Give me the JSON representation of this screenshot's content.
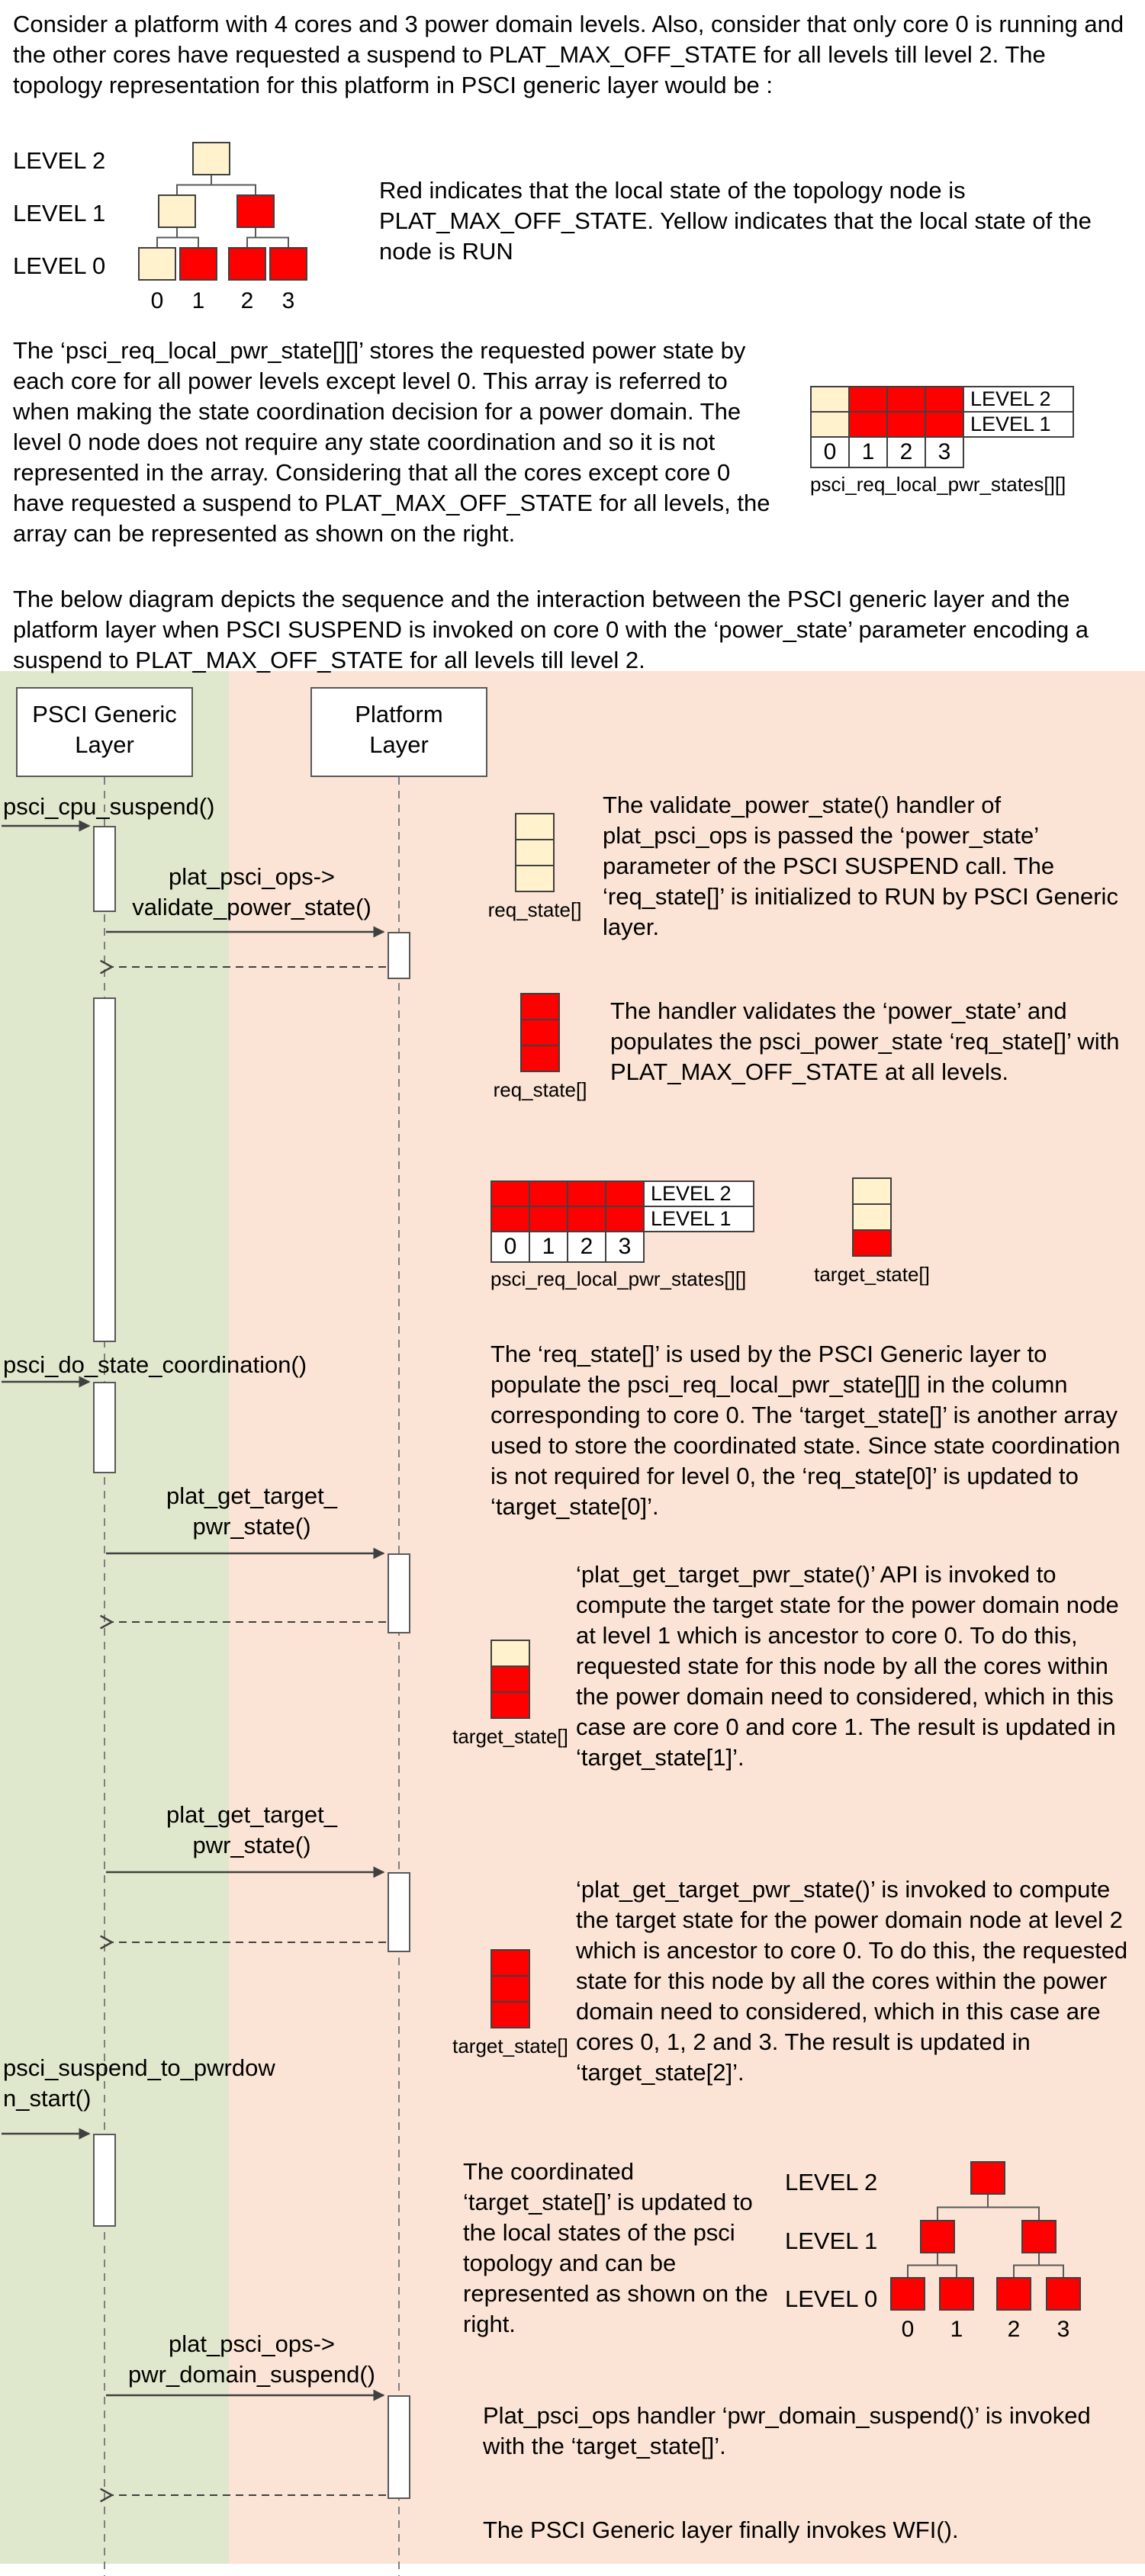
{
  "colors": {
    "run_fill": "#FFF2CC",
    "off_fill": "#FF0000",
    "sequence_bg": "#FBE4D5",
    "psci_band_bg": "#DFE8CC"
  },
  "intro": {
    "p1": "Consider a platform with 4 cores and 3 power domain levels. Also, consider that only core 0 is running and the other cores have requested a suspend to PLAT_MAX_OFF_STATE for all levels till level 2. The topology representation for this platform in PSCI generic layer would be :",
    "legend": "Red indicates that the local state of the topology node is PLAT_MAX_OFF_STATE. Yellow indicates that the local state of the node is RUN",
    "p2": "The ‘psci_req_local_pwr_state[][]’ stores the requested power state by each core for all power levels except level 0. This array is referred to when making the state coordination decision for a power domain. The level 0 node does not require any state coordination and so it is not represented in the array. Considering that all the cores except core 0 have requested a suspend to PLAT_MAX_OFF_STATE for all levels, the array can be represented as shown on the right.",
    "p3": "The below diagram depicts the sequence and the interaction between the PSCI generic layer and the platform layer when PSCI SUSPEND is invoked on core 0 with the ‘power_state’ parameter encoding a suspend to PLAT_MAX_OFF_STATE for all levels till level 2."
  },
  "legend_tree": {
    "labels": [
      "LEVEL 2",
      "LEVEL 1",
      "LEVEL 0"
    ],
    "levels": [
      [
        "run"
      ],
      [
        "run",
        "off"
      ],
      [
        "run",
        "off",
        "off",
        "off"
      ]
    ],
    "leaf_numbers": [
      "0",
      "1",
      "2",
      "3"
    ]
  },
  "result_tree": {
    "labels": [
      "LEVEL 2",
      "LEVEL 1",
      "LEVEL 0"
    ],
    "levels": [
      [
        "off"
      ],
      [
        "off",
        "off"
      ],
      [
        "off",
        "off",
        "off",
        "off"
      ]
    ],
    "leaf_numbers": [
      "0",
      "1",
      "2",
      "3"
    ]
  },
  "req_grid_initial": {
    "row_labels": [
      "LEVEL 2",
      "LEVEL 1"
    ],
    "rows": [
      [
        "run",
        "off",
        "off",
        "off"
      ],
      [
        "run",
        "off",
        "off",
        "off"
      ]
    ],
    "footer": [
      "0",
      "1",
      "2",
      "3"
    ],
    "caption": "psci_req_local_pwr_states[][]"
  },
  "req_grid_populated": {
    "row_labels": [
      "LEVEL 2",
      "LEVEL 1"
    ],
    "rows": [
      [
        "off",
        "off",
        "off",
        "off"
      ],
      [
        "off",
        "off",
        "off",
        "off"
      ]
    ],
    "footer": [
      "0",
      "1",
      "2",
      "3"
    ],
    "caption": "psci_req_local_pwr_states[][]"
  },
  "stacks": {
    "req_run": {
      "cells": [
        "run",
        "run",
        "run"
      ],
      "caption": "req_state[]"
    },
    "req_off": {
      "cells": [
        "off",
        "off",
        "off"
      ],
      "caption": "req_state[]"
    },
    "target_after_coord": {
      "cells": [
        "run",
        "run",
        "off"
      ],
      "caption": "target_state[]"
    },
    "target_level1": {
      "cells": [
        "run",
        "off",
        "off"
      ],
      "caption": "target_state[]"
    },
    "target_level2": {
      "cells": [
        "off",
        "off",
        "off"
      ],
      "caption": "target_state[]"
    }
  },
  "actors": [
    {
      "line1": "PSCI Generic",
      "line2": "Layer"
    },
    {
      "line1": "Platform",
      "line2": "Layer"
    }
  ],
  "messages": {
    "cpu_suspend": "psci_cpu_suspend()",
    "validate_l1": "plat_psci_ops->",
    "validate_l2": "validate_power_state()",
    "do_state_coord": "psci_do_state_coordination()",
    "get_target_l1": "plat_get_target_",
    "get_target_l2": "pwr_state()",
    "suspend_pwrdown_l1": "psci_suspend_to_pwrdow",
    "suspend_pwrdown_l2": "n_start()",
    "domain_suspend_l1": "plat_psci_ops->",
    "domain_suspend_l2": "pwr_domain_suspend()"
  },
  "notes": {
    "validate": "The validate_power_state() handler of plat_psci_ops is passed the ‘power_state’ parameter of the PSCI SUSPEND call. The ‘req_state[]’ is initialized to RUN by PSCI Generic layer.",
    "populate": "The handler validates the ‘power_state’ and populates the psci_power_state ‘req_state[]’ with PLAT_MAX_OFF_STATE at all levels.",
    "coordination": "The ‘req_state[]’ is used by the PSCI Generic layer to populate the psci_req_local_pwr_state[][] in the column corresponding to core 0. The ‘target_state[]’ is another array used to store the coordinated state. Since state coordination is not required for level 0, the ‘req_state[0]’ is updated to ‘target_state[0]’.",
    "get_target_1": "‘plat_get_target_pwr_state()’ API is invoked to compute the target state for the power domain node at level 1 which is ancestor to core 0. To do this, requested state for this node by all the cores within the power domain need to considered, which in this case are core 0 and core 1. The result is updated in ‘target_state[1]’.",
    "get_target_2": "‘plat_get_target_pwr_state()’ is invoked to compute the target state for the power domain node at level 2 which is ancestor to core 0. To do this, the requested state for this node by all the cores within the power domain need to considered, which in this case are cores 0, 1, 2 and 3. The result is updated in ‘target_state[2]’.",
    "coordinated_result": "The coordinated ‘target_state[]’ is updated to the local states of the psci topology and can be represented as shown on the right.",
    "domain_suspend": "Plat_psci_ops handler ‘pwr_domain_suspend()’ is invoked with the ‘target_state[]’.",
    "wfi": "The PSCI Generic layer finally invokes WFI()."
  }
}
